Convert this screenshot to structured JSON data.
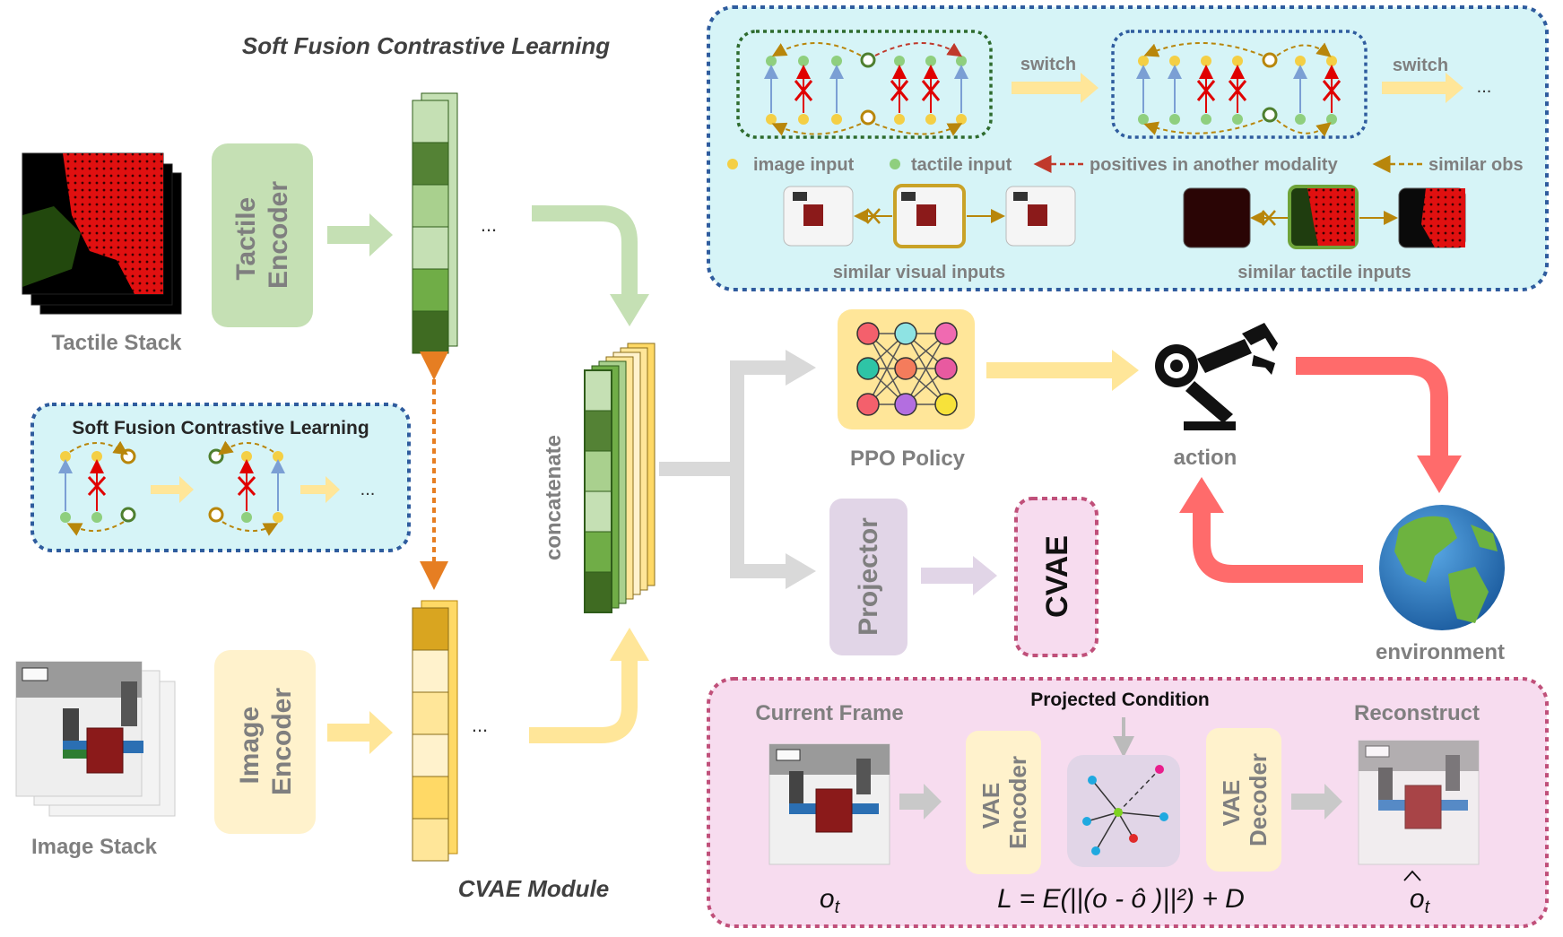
{
  "titles": {
    "sfcl_top": "Soft Fusion Contrastive Learning",
    "cvae_module": "CVAE Module"
  },
  "stacks": {
    "tactile": "Tactile Stack",
    "image": "Image Stack"
  },
  "encoders": {
    "tactile": [
      "Tactile",
      "Encoder"
    ],
    "image": [
      "Image",
      "Encoder"
    ]
  },
  "ellipsis": "...",
  "sfcl_small": {
    "title": "Soft Fusion Contrastive Learning"
  },
  "concatenate": "concatenate",
  "policy": {
    "label": "PPO Policy"
  },
  "action": {
    "label": "action"
  },
  "environment": {
    "label": "environment"
  },
  "projector": {
    "label": "Projector"
  },
  "cvae": {
    "label": "CVAE"
  },
  "top_panel": {
    "switch1": "switch",
    "switch2": "switch",
    "legend": {
      "image_input": "image input",
      "tactile_input": "tactile input",
      "positives": "positives in another modality",
      "similar_obs": "similar obs"
    },
    "similar_visual": "similar visual inputs",
    "similar_tactile": "similar tactile inputs"
  },
  "cvae_panel": {
    "current_frame": "Current Frame",
    "projected_condition": "Projected Condition",
    "reconstruct": "Reconstruct",
    "vae_encoder": [
      "VAE",
      "Encoder"
    ],
    "vae_decoder": [
      "VAE",
      "Decoder"
    ],
    "o_t": "o",
    "o_t_sub": "t",
    "loss": "L = E(||(o  - ô )||²) + D"
  },
  "colors": {
    "green_dark": "#4e7f2f",
    "green_light": "#c5e0b4",
    "yellow_dark": "#d9a520",
    "yellow_light": "#fff2cc",
    "panel_cyan": "#d6f4f7",
    "panel_pink": "#f7dcef",
    "blue_dash": "#2f5c9e",
    "pink_dash": "#c0507a"
  }
}
